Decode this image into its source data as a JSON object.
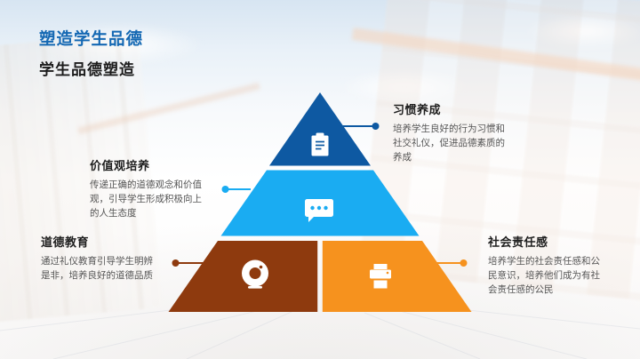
{
  "slide": {
    "title": "塑造学生品德",
    "subtitle": "学生品德塑造"
  },
  "colors": {
    "title": "#1468b3",
    "heading": "#1f1f1f",
    "body": "#555555",
    "white": "#ffffff"
  },
  "pyramid": {
    "tiers": [
      {
        "id": "top",
        "color": "#0e59a2",
        "icon": "clipboard-icon"
      },
      {
        "id": "middle",
        "color": "#1aacf2",
        "icon": "chat-bubble-icon"
      },
      {
        "id": "bottom-left",
        "color": "#8e3a0e",
        "icon": "webcam-icon"
      },
      {
        "id": "bottom-right",
        "color": "#f6921e",
        "icon": "printer-icon"
      }
    ]
  },
  "callouts": [
    {
      "id": "habit",
      "title": "习惯养成",
      "description": "培养学生良好的行为习惯和社交礼仪，促进品德素质的养成",
      "accent": "#0e59a2",
      "position": "top-right"
    },
    {
      "id": "values",
      "title": "价值观培养",
      "description": "传递正确的道德观念和价值观，引导学生形成积极向上的人生态度",
      "accent": "#1aacf2",
      "position": "middle-left"
    },
    {
      "id": "moral",
      "title": "道德教育",
      "description": "通过礼仪教育引导学生明辨是非，培养良好的道德品质",
      "accent": "#8e3a0e",
      "position": "bottom-left"
    },
    {
      "id": "social",
      "title": "社会责任感",
      "description": "培养学生的社会责任感和公民意识，培养他们成为有社会责任感的公民",
      "accent": "#f6921e",
      "position": "bottom-right"
    }
  ]
}
